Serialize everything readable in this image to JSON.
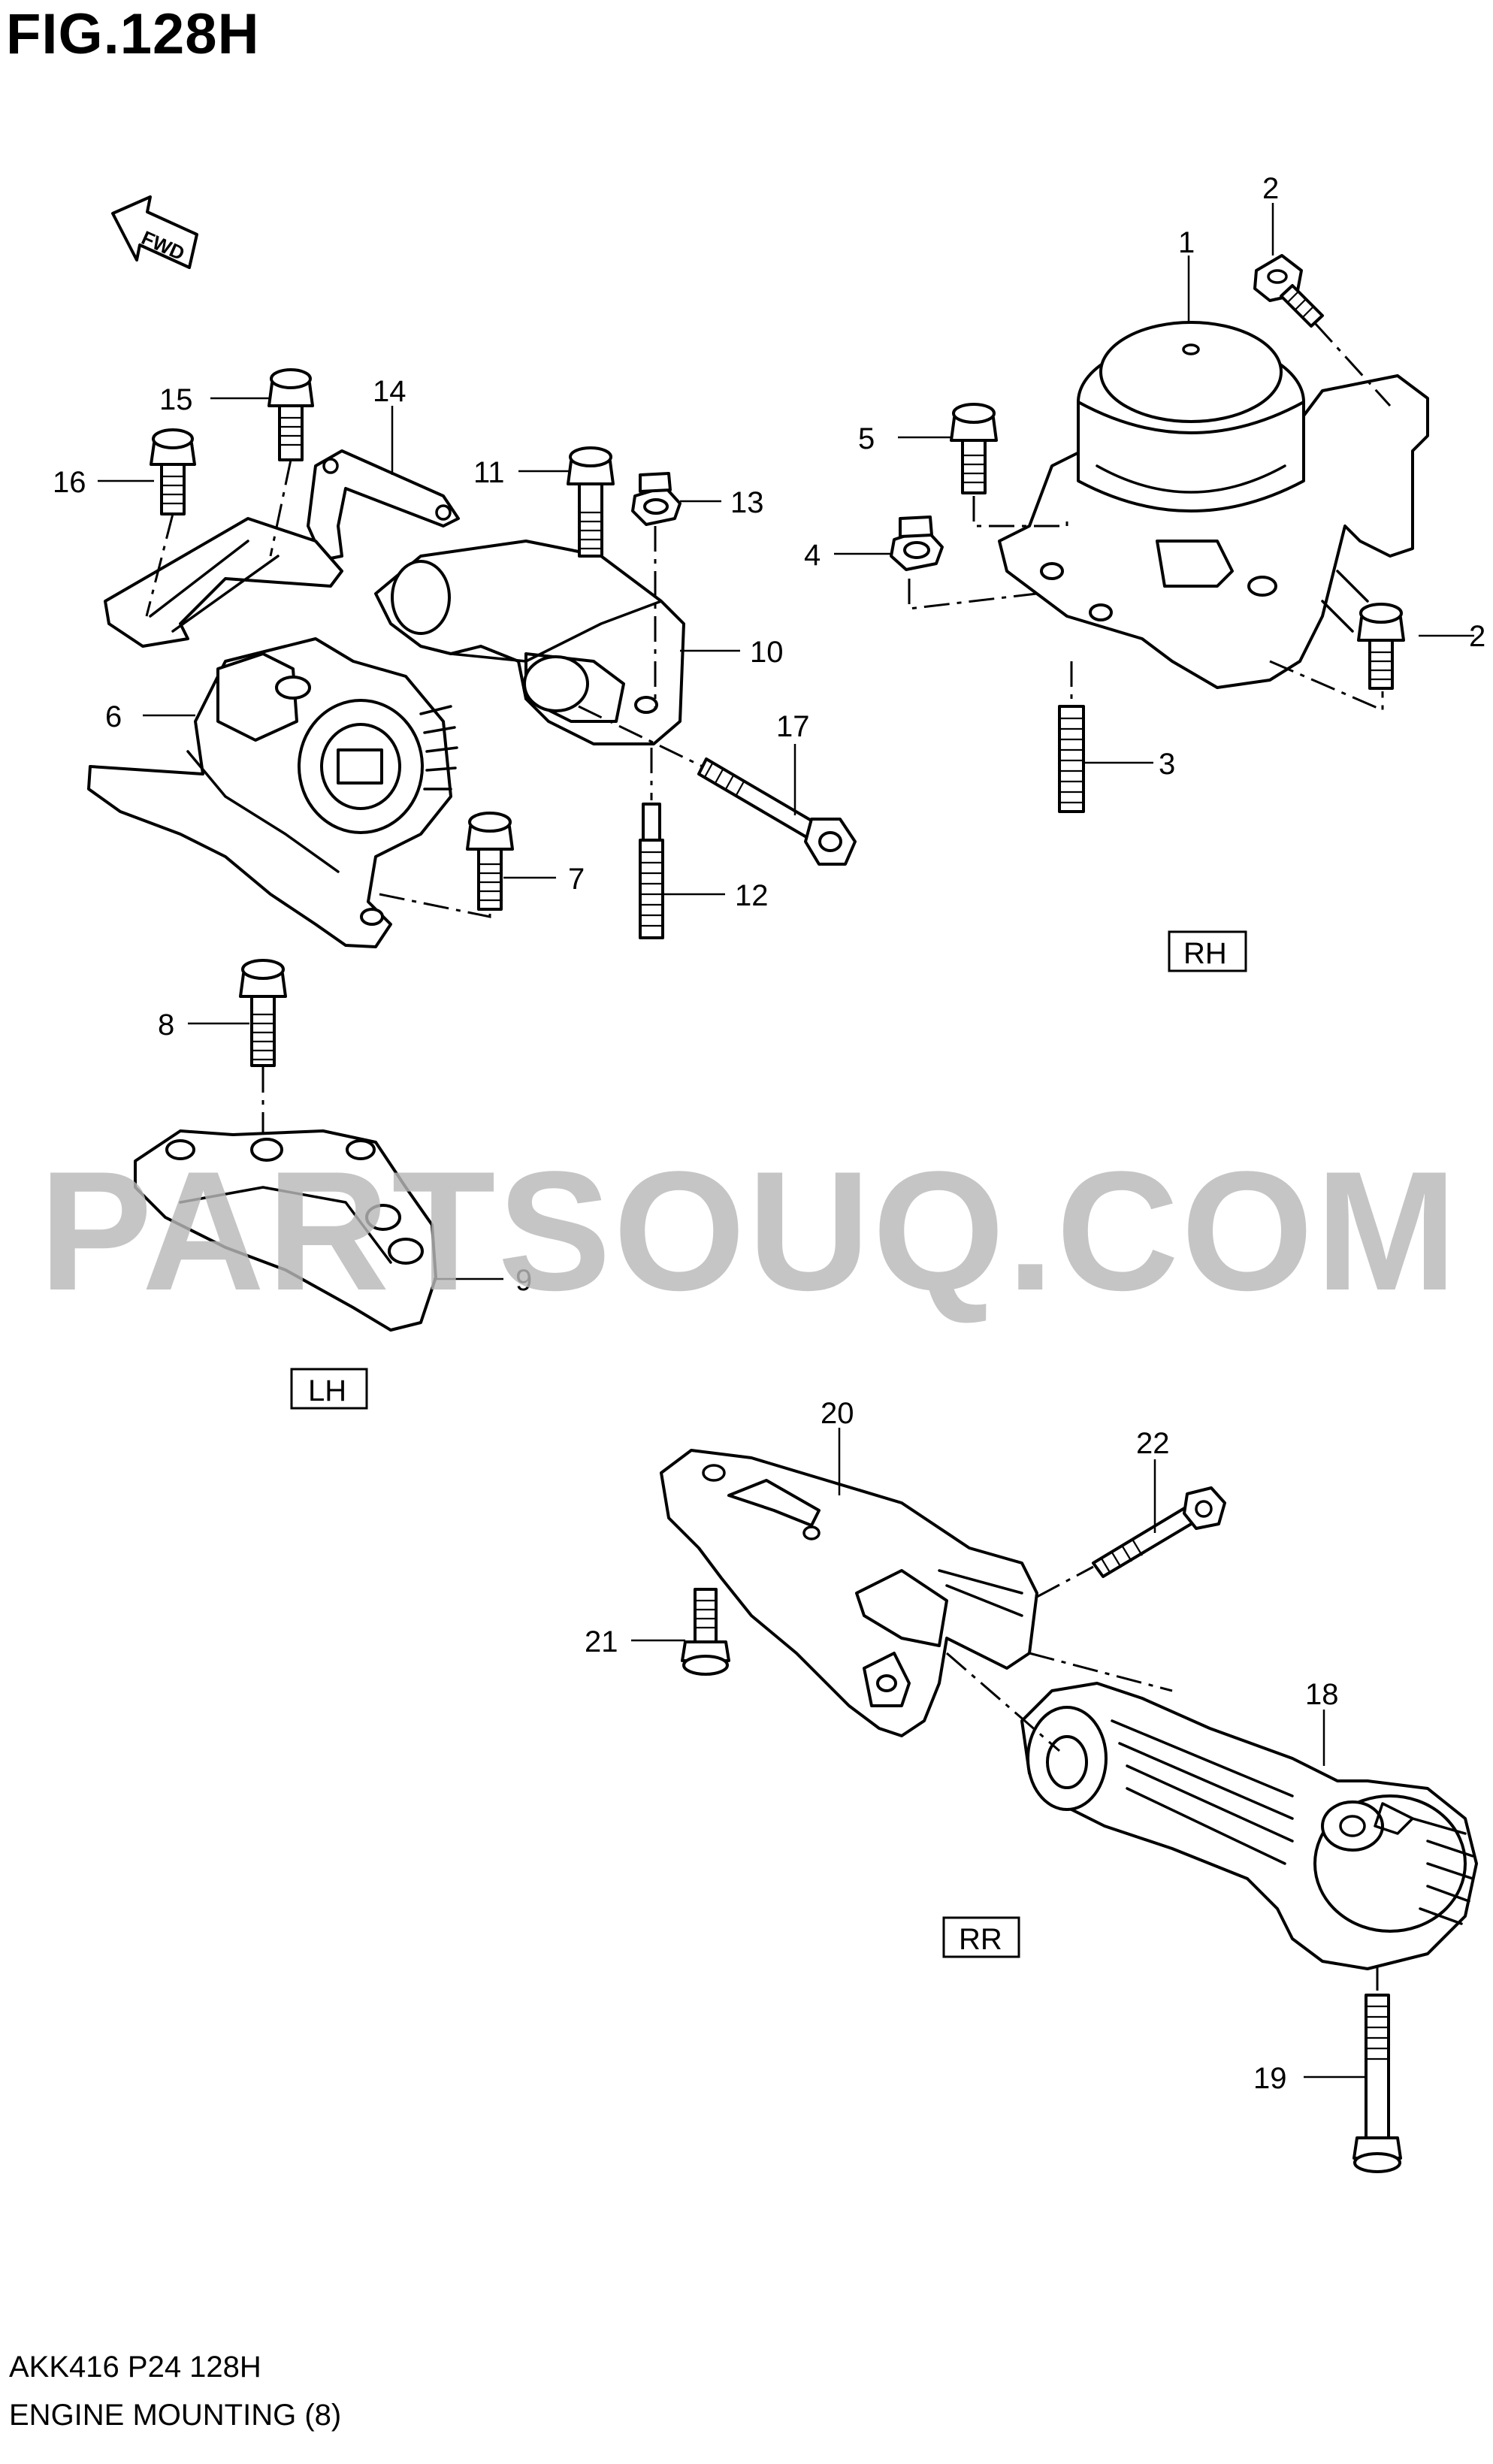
{
  "figure": {
    "title": "FIG.128H",
    "code": "AKK416 P24 128H",
    "name": "ENGINE MOUNTING (8)",
    "watermark": "PARTSOUQ.COM"
  },
  "direction_arrow": {
    "label": "FWD",
    "icon": "fwd-arrow-icon"
  },
  "sections": {
    "rh": "RH",
    "lh": "LH",
    "rr": "RR"
  },
  "callouts": {
    "c1": "1",
    "c2a": "2",
    "c2b": "2",
    "c3": "3",
    "c4": "4",
    "c5": "5",
    "c6": "6",
    "c7": "7",
    "c8": "8",
    "c9": "9",
    "c10": "10",
    "c11": "11",
    "c12": "12",
    "c13": "13",
    "c14": "14",
    "c15": "15",
    "c16": "16",
    "c17": "17",
    "c18": "18",
    "c19": "19",
    "c20": "20",
    "c21": "21",
    "c22": "22"
  },
  "colors": {
    "ink": "#000000",
    "watermark": "#b9b9b9",
    "paper": "#ffffff"
  }
}
